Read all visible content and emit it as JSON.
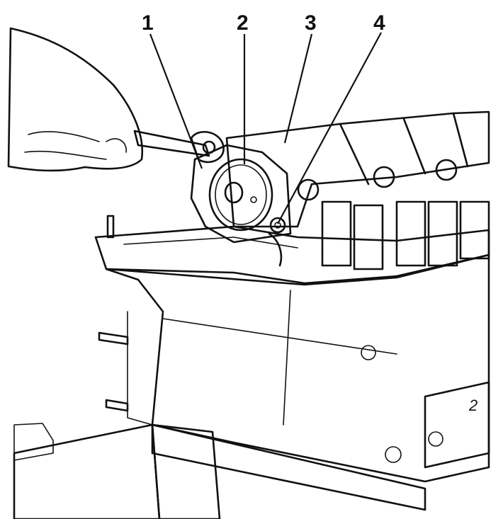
{
  "callouts": [
    {
      "id": "1",
      "label": "1"
    },
    {
      "id": "2",
      "label": "2"
    },
    {
      "id": "3",
      "label": "3"
    },
    {
      "id": "4",
      "label": "4"
    }
  ],
  "engraved_mark": "2",
  "colors": {
    "ink": "#111111",
    "paper": "#ffffff"
  }
}
